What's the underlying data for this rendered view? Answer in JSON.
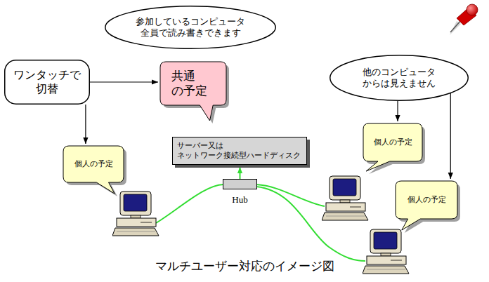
{
  "diagram": {
    "caption": "マルチユーザー対応のイメージ図",
    "nodes": [
      {
        "text": [
          "参加しているコンピュータ 全員で読み書きできます"
        ]
      },
      {
        "text": [
          "ワンタッチで 切替"
        ]
      },
      {
        "text": [
          "共通 の予定"
        ]
      },
      {
        "text": [
          "他のコンピュータ からは見えません"
        ]
      },
      {
        "text": [
          "サーバー又は ネットワーク接続型ハードディスク"
        ]
      },
      {
        "text": [
          "個人の予定"
        ]
      },
      {
        "text": [
          "Hub"
        ]
      },
      {
        "text": [
          "個人の予定"
        ]
      },
      {
        "text": [
          "個人の予定"
        ]
      }
    ],
    "edges": [
      {
        "from": 1,
        "to": 2,
        "arrow": "to"
      },
      {
        "from": 1,
        "to": 5,
        "arrow": "to"
      },
      {
        "from": 6,
        "to": 4,
        "arrow": "to"
      },
      {
        "from": 3,
        "to": 7,
        "arrow": "to"
      },
      {
        "from": 3,
        "to": 8,
        "arrow": "to"
      }
    ]
  }
}
